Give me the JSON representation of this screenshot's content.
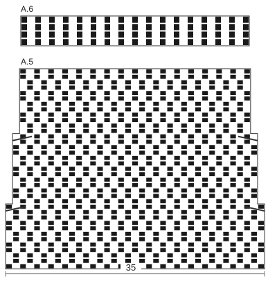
{
  "charts": {
    "a6": {
      "label": "A.6"
    },
    "a5": {
      "label": "A.5"
    }
  },
  "width_label": "35",
  "colors": {
    "dark": "#1a1a1a",
    "light": "#ffffff",
    "line": "#777777",
    "border": "#333333"
  }
}
